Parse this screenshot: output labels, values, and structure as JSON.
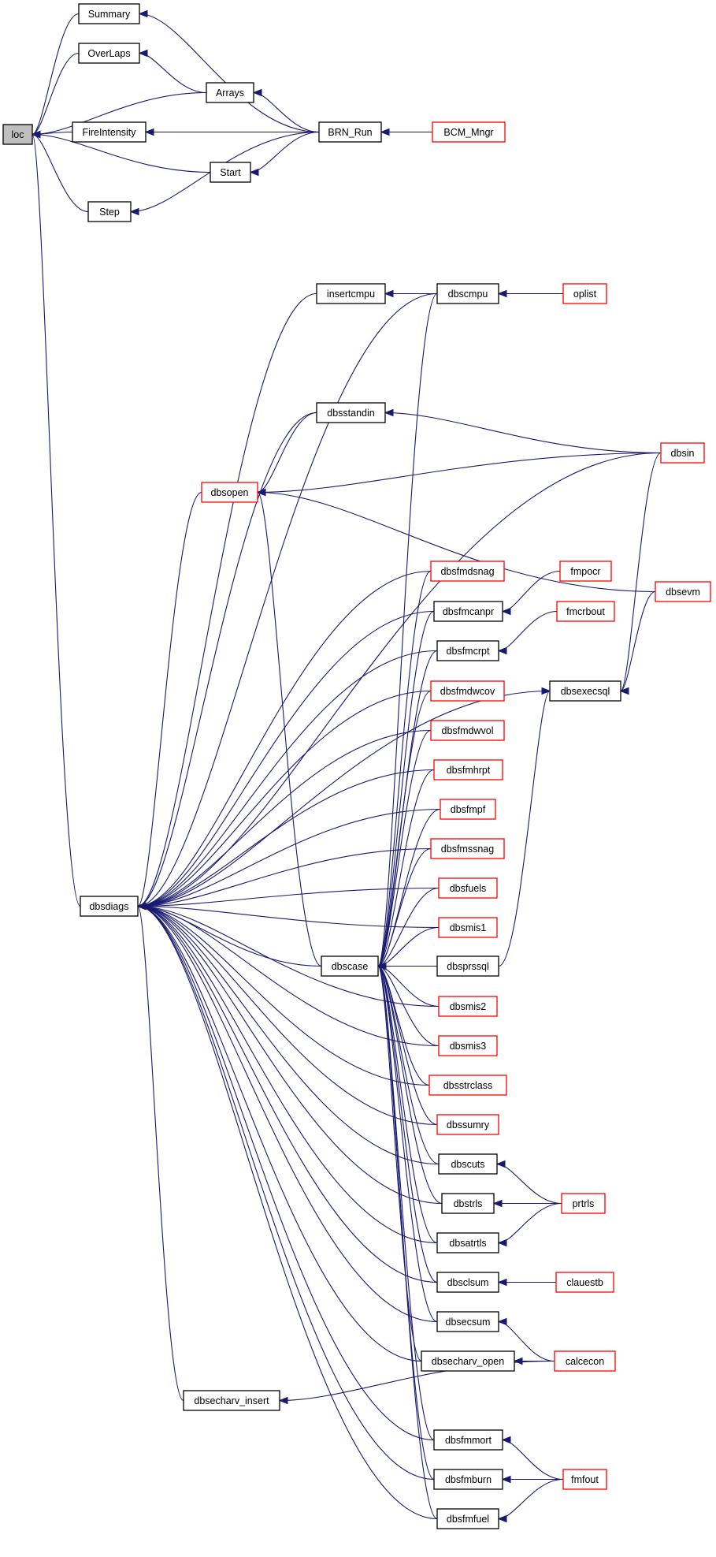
{
  "colors": {
    "edge": "#191970",
    "node_border_default": "#000000",
    "node_border_truncated": "#ff0000",
    "node_fill_focus": "#bfbfbf",
    "node_fill": "#ffffff"
  },
  "nodes": [
    {
      "id": "loc",
      "label": "loc",
      "style": "focus"
    },
    {
      "id": "Summary",
      "label": "Summary",
      "style": "normal"
    },
    {
      "id": "OverLaps",
      "label": "OverLaps",
      "style": "normal"
    },
    {
      "id": "Arrays",
      "label": "Arrays",
      "style": "normal"
    },
    {
      "id": "FireIntensity",
      "label": "FireIntensity",
      "style": "normal"
    },
    {
      "id": "BRN_Run",
      "label": "BRN_Run",
      "style": "normal"
    },
    {
      "id": "BCM_Mngr",
      "label": "BCM_Mngr",
      "style": "truncated"
    },
    {
      "id": "Start",
      "label": "Start",
      "style": "normal"
    },
    {
      "id": "Step",
      "label": "Step",
      "style": "normal"
    },
    {
      "id": "insertcmpu",
      "label": "insertcmpu",
      "style": "normal"
    },
    {
      "id": "dbscmpu",
      "label": "dbscmpu",
      "style": "normal"
    },
    {
      "id": "oplist",
      "label": "oplist",
      "style": "truncated"
    },
    {
      "id": "dbsstandin",
      "label": "dbsstandin",
      "style": "normal"
    },
    {
      "id": "dbsin",
      "label": "dbsin",
      "style": "truncated"
    },
    {
      "id": "dbsopen",
      "label": "dbsopen",
      "style": "truncated"
    },
    {
      "id": "dbsfmdsnag",
      "label": "dbsfmdsnag",
      "style": "truncated"
    },
    {
      "id": "fmpocr",
      "label": "fmpocr",
      "style": "truncated"
    },
    {
      "id": "dbsfmcanpr",
      "label": "dbsfmcanpr",
      "style": "normal"
    },
    {
      "id": "dbsevm",
      "label": "dbsevm",
      "style": "truncated"
    },
    {
      "id": "fmcrbout",
      "label": "fmcrbout",
      "style": "truncated"
    },
    {
      "id": "dbsfmcrpt",
      "label": "dbsfmcrpt",
      "style": "normal"
    },
    {
      "id": "dbsexecsql",
      "label": "dbsexecsql",
      "style": "normal"
    },
    {
      "id": "dbsfmdwcov",
      "label": "dbsfmdwcov",
      "style": "truncated"
    },
    {
      "id": "dbsfmdwvol",
      "label": "dbsfmdwvol",
      "style": "truncated"
    },
    {
      "id": "dbsfmhrpt",
      "label": "dbsfmhrpt",
      "style": "truncated"
    },
    {
      "id": "dbsfmpf",
      "label": "dbsfmpf",
      "style": "truncated"
    },
    {
      "id": "dbsfmssnag",
      "label": "dbsfmssnag",
      "style": "truncated"
    },
    {
      "id": "dbsdiags",
      "label": "dbsdiags",
      "style": "normal"
    },
    {
      "id": "dbsfuels",
      "label": "dbsfuels",
      "style": "truncated"
    },
    {
      "id": "dbsmis1",
      "label": "dbsmis1",
      "style": "truncated"
    },
    {
      "id": "dbscase",
      "label": "dbscase",
      "style": "normal"
    },
    {
      "id": "dbsprssql",
      "label": "dbsprssql",
      "style": "normal"
    },
    {
      "id": "dbsmis2",
      "label": "dbsmis2",
      "style": "truncated"
    },
    {
      "id": "dbsmis3",
      "label": "dbsmis3",
      "style": "truncated"
    },
    {
      "id": "dbsstrclass",
      "label": "dbsstrclass",
      "style": "truncated"
    },
    {
      "id": "dbssumry",
      "label": "dbssumry",
      "style": "truncated"
    },
    {
      "id": "dbscuts",
      "label": "dbscuts",
      "style": "normal"
    },
    {
      "id": "dbstrls",
      "label": "dbstrls",
      "style": "normal"
    },
    {
      "id": "prtrls",
      "label": "prtrls",
      "style": "truncated"
    },
    {
      "id": "dbsatrtls",
      "label": "dbsatrtls",
      "style": "normal"
    },
    {
      "id": "dbsclsum",
      "label": "dbsclsum",
      "style": "normal"
    },
    {
      "id": "clauestb",
      "label": "clauestb",
      "style": "truncated"
    },
    {
      "id": "dbsecsum",
      "label": "dbsecsum",
      "style": "normal"
    },
    {
      "id": "dbsecharv_open",
      "label": "dbsecharv_open",
      "style": "normal"
    },
    {
      "id": "calcecon",
      "label": "calcecon",
      "style": "truncated"
    },
    {
      "id": "dbsecharv_insert",
      "label": "dbsecharv_insert",
      "style": "normal"
    },
    {
      "id": "dbsfmmort",
      "label": "dbsfmmort",
      "style": "normal"
    },
    {
      "id": "dbsfmburn",
      "label": "dbsfmburn",
      "style": "normal"
    },
    {
      "id": "fmfout",
      "label": "fmfout",
      "style": "truncated"
    },
    {
      "id": "dbsfmfuel",
      "label": "dbsfmfuel",
      "style": "normal"
    }
  ],
  "edges": [
    [
      "Summary",
      "loc"
    ],
    [
      "OverLaps",
      "loc"
    ],
    [
      "Arrays",
      "loc"
    ],
    [
      "FireIntensity",
      "loc"
    ],
    [
      "Start",
      "loc"
    ],
    [
      "Step",
      "loc"
    ],
    [
      "dbsdiags",
      "loc"
    ],
    [
      "BRN_Run",
      "Summary"
    ],
    [
      "Arrays",
      "OverLaps"
    ],
    [
      "BRN_Run",
      "Arrays"
    ],
    [
      "BRN_Run",
      "FireIntensity"
    ],
    [
      "BRN_Run",
      "Start"
    ],
    [
      "BRN_Run",
      "Step"
    ],
    [
      "BCM_Mngr",
      "BRN_Run"
    ],
    [
      "dbscmpu",
      "insertcmpu"
    ],
    [
      "oplist",
      "dbscmpu"
    ],
    [
      "dbsin",
      "dbsstandin"
    ],
    [
      "dbsstandin",
      "dbsopen"
    ],
    [
      "dbsin",
      "dbsopen"
    ],
    [
      "dbsevm",
      "dbsopen"
    ],
    [
      "dbscase",
      "dbsopen"
    ],
    [
      "fmpocr",
      "dbsfmcanpr"
    ],
    [
      "fmcrbout",
      "dbsfmcrpt"
    ],
    [
      "dbsin",
      "dbsexecsql"
    ],
    [
      "dbsevm",
      "dbsexecsql"
    ],
    [
      "dbsprssql",
      "dbsexecsql"
    ],
    [
      "dbsprssql",
      "dbscase"
    ],
    [
      "dbsmis1",
      "dbscase"
    ],
    [
      "dbsmis2",
      "dbscase"
    ],
    [
      "dbsmis3",
      "dbscase"
    ],
    [
      "dbsstrclass",
      "dbscase"
    ],
    [
      "dbssumry",
      "dbscase"
    ],
    [
      "dbscuts",
      "dbscase"
    ],
    [
      "dbstrls",
      "dbscase"
    ],
    [
      "dbsatrtls",
      "dbscase"
    ],
    [
      "dbsclsum",
      "dbscase"
    ],
    [
      "dbsecsum",
      "dbscase"
    ],
    [
      "dbsecharv_open",
      "dbscase"
    ],
    [
      "dbsfmmort",
      "dbscase"
    ],
    [
      "dbsfmburn",
      "dbscase"
    ],
    [
      "dbsfmfuel",
      "dbscase"
    ],
    [
      "dbscmpu",
      "dbscase"
    ],
    [
      "dbsfmdsnag",
      "dbscase"
    ],
    [
      "dbsfmcanpr",
      "dbscase"
    ],
    [
      "dbsfmcrpt",
      "dbscase"
    ],
    [
      "dbsfmdwcov",
      "dbscase"
    ],
    [
      "dbsfmdwvol",
      "dbscase"
    ],
    [
      "dbsfmhrpt",
      "dbscase"
    ],
    [
      "dbsfmpf",
      "dbscase"
    ],
    [
      "dbsfmssnag",
      "dbscase"
    ],
    [
      "dbsfuels",
      "dbscase"
    ],
    [
      "prtrls",
      "dbscuts"
    ],
    [
      "prtrls",
      "dbstrls"
    ],
    [
      "prtrls",
      "dbsatrtls"
    ],
    [
      "clauestb",
      "dbsclsum"
    ],
    [
      "calcecon",
      "dbsecsum"
    ],
    [
      "calcecon",
      "dbsecharv_open"
    ],
    [
      "calcecon",
      "dbsecharv_insert"
    ],
    [
      "fmfout",
      "dbsfmmort"
    ],
    [
      "fmfout",
      "dbsfmburn"
    ],
    [
      "fmfout",
      "dbsfmfuel"
    ],
    [
      "dbscmpu",
      "dbsdiags"
    ],
    [
      "insertcmpu",
      "dbsdiags"
    ],
    [
      "dbsin",
      "dbsdiags"
    ],
    [
      "dbsstandin",
      "dbsdiags"
    ],
    [
      "dbsopen",
      "dbsdiags"
    ],
    [
      "dbsexecsql",
      "dbsdiags"
    ],
    [
      "dbsfmdsnag",
      "dbsdiags"
    ],
    [
      "dbsfmcanpr",
      "dbsdiags"
    ],
    [
      "dbsfmcrpt",
      "dbsdiags"
    ],
    [
      "dbsfmdwcov",
      "dbsdiags"
    ],
    [
      "dbsfmdwvol",
      "dbsdiags"
    ],
    [
      "dbsfmhrpt",
      "dbsdiags"
    ],
    [
      "dbsfmpf",
      "dbsdiags"
    ],
    [
      "dbsfmssnag",
      "dbsdiags"
    ],
    [
      "dbsfuels",
      "dbsdiags"
    ],
    [
      "dbsmis1",
      "dbsdiags"
    ],
    [
      "dbscase",
      "dbsdiags"
    ],
    [
      "dbsmis2",
      "dbsdiags"
    ],
    [
      "dbsmis3",
      "dbsdiags"
    ],
    [
      "dbsstrclass",
      "dbsdiags"
    ],
    [
      "dbssumry",
      "dbsdiags"
    ],
    [
      "dbscuts",
      "dbsdiags"
    ],
    [
      "dbstrls",
      "dbsdiags"
    ],
    [
      "dbsatrtls",
      "dbsdiags"
    ],
    [
      "dbsclsum",
      "dbsdiags"
    ],
    [
      "dbsecsum",
      "dbsdiags"
    ],
    [
      "dbsecharv_open",
      "dbsdiags"
    ],
    [
      "dbsecharv_insert",
      "dbsdiags"
    ],
    [
      "dbsfmmort",
      "dbsdiags"
    ],
    [
      "dbsfmburn",
      "dbsdiags"
    ],
    [
      "dbsfmfuel",
      "dbsdiags"
    ]
  ]
}
